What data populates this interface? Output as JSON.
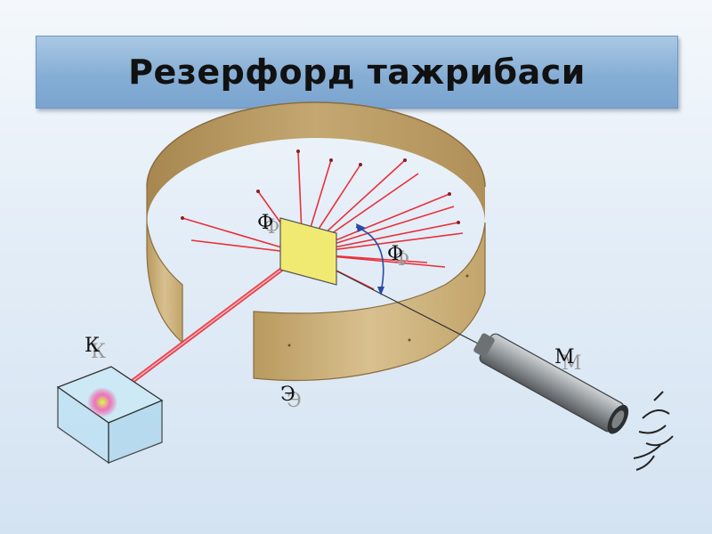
{
  "title": "Резерфорд тажрибаси",
  "labels": {
    "source": "К",
    "foil": "Ф",
    "angle": "Φ",
    "screen": "Э",
    "microscope": "М"
  },
  "colors": {
    "band_outer": "#d1b886",
    "band_inner": "#b9975c",
    "beam": "#e8303a",
    "foil": "#f1ea72",
    "box": "#bfe2f3",
    "microscope": "#8e9498"
  }
}
